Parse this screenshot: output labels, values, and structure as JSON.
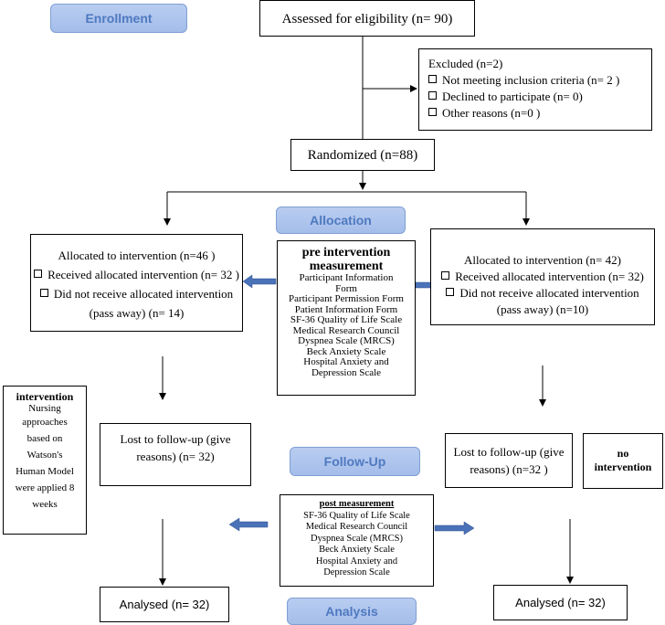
{
  "stages": {
    "enrollment": "Enrollment",
    "allocation": "Allocation",
    "follow_up": "Follow-Up",
    "analysis": "Analysis"
  },
  "assessed": "Assessed for eligibility (n= 90)",
  "excluded": {
    "title": "Excluded  (n=2)",
    "items": [
      "Not meeting inclusion criteria (n= 2 )",
      "Declined to participate (n= 0)",
      "Other reasons (n=0 )"
    ]
  },
  "randomized": "Randomized (n=88)",
  "left_allocated": {
    "line1": "Allocated to intervention (n=46 )",
    "line2": "Received allocated intervention (n= 32 )",
    "line3": "Did not receive allocated intervention",
    "line4": "(pass away) (n= 14)"
  },
  "right_allocated": {
    "line1": "Allocated to intervention (n= 42)",
    "line2": "Received allocated intervention (n= 32)",
    "line3": "Did not receive allocated intervention",
    "line4": "(pass away) (n=10)"
  },
  "pre": {
    "title_1": "pre intervention",
    "title_2": "measurement",
    "lines": [
      "Participant Information",
      "Form",
      "Participant Permission Form",
      "Patient Information Form",
      "SF-36 Quality of Life Scale",
      "Medical Research Council",
      "Dyspnea Scale (MRCS)",
      "Beck Anxiety Scale",
      "Hospital Anxiety and",
      "Depression Scale"
    ]
  },
  "intervention": {
    "title": "intervention",
    "lines": [
      "Nursing",
      "approaches",
      "based on",
      "Watson's",
      "Human Model",
      "were applied 8",
      "weeks"
    ]
  },
  "left_lost": {
    "line1": "Lost to follow-up (give",
    "line2": "reasons) (n= 32)"
  },
  "right_lost": {
    "line1": "Lost to follow-up (give",
    "line2": "reasons) (n=32 )"
  },
  "no_intervention": {
    "line1": "no",
    "line2": "intervention"
  },
  "post": {
    "title": "post measurement",
    "lines": [
      "SF-36 Quality of Life Scale",
      "Medical Research Council",
      "Dyspnea Scale (MRCS)",
      "Beck Anxiety Scale",
      "Hospital Anxiety and",
      "Depression Scale"
    ]
  },
  "left_analysed": "Analysed  (n= 32)",
  "right_analysed": "Analysed  (n= 32)",
  "colors": {
    "pill_fill": "#a8c0ec",
    "pill_text": "#4f79c0",
    "arrow_blue": "#4a72b8"
  }
}
